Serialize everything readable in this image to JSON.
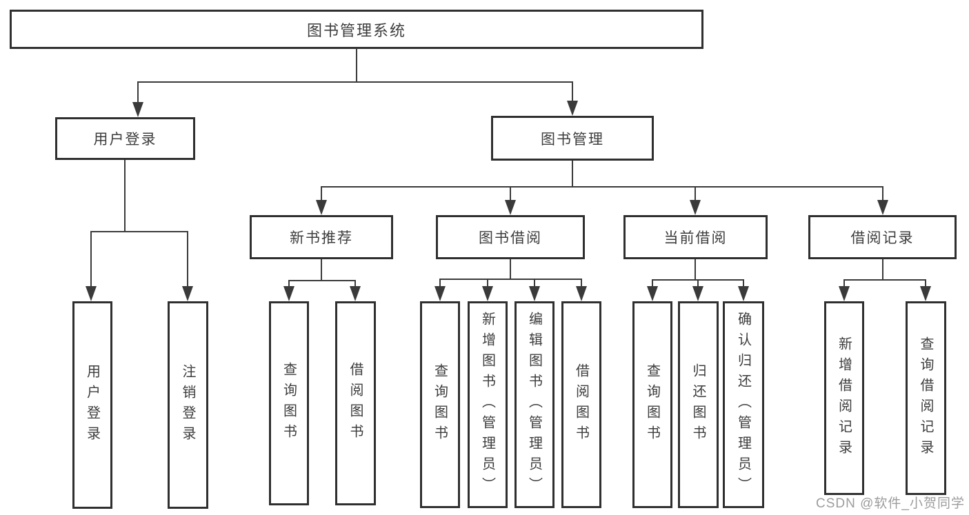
{
  "colors": {
    "background": "#ffffff",
    "line": "#3a3a3a",
    "box_border": "#2f2f2f",
    "text": "#3c3c3c",
    "watermark": "#9c9c9c"
  },
  "watermark": {
    "text": "CSDN @软件_小贺同学"
  },
  "tree": {
    "root": {
      "label": "图书管理系统"
    },
    "children": [
      {
        "label": "用户登录",
        "children": [
          {
            "label": "用户登录"
          },
          {
            "label": "注销登录"
          }
        ]
      },
      {
        "label": "图书管理",
        "children": [
          {
            "label": "新书推荐",
            "children": [
              {
                "label": "查询图书"
              },
              {
                "label": "借阅图书"
              }
            ]
          },
          {
            "label": "图书借阅",
            "children": [
              {
                "label": "查询图书"
              },
              {
                "label": "新增图书（管理员）"
              },
              {
                "label": "编辑图书（管理员）"
              },
              {
                "label": "借阅图书"
              }
            ]
          },
          {
            "label": "当前借阅",
            "children": [
              {
                "label": "查询图书"
              },
              {
                "label": "归还图书"
              },
              {
                "label": "确认归还（管理员）"
              }
            ]
          },
          {
            "label": "借阅记录",
            "children": [
              {
                "label": "新增借阅记录"
              },
              {
                "label": "查询借阅记录"
              }
            ]
          }
        ]
      }
    ]
  }
}
